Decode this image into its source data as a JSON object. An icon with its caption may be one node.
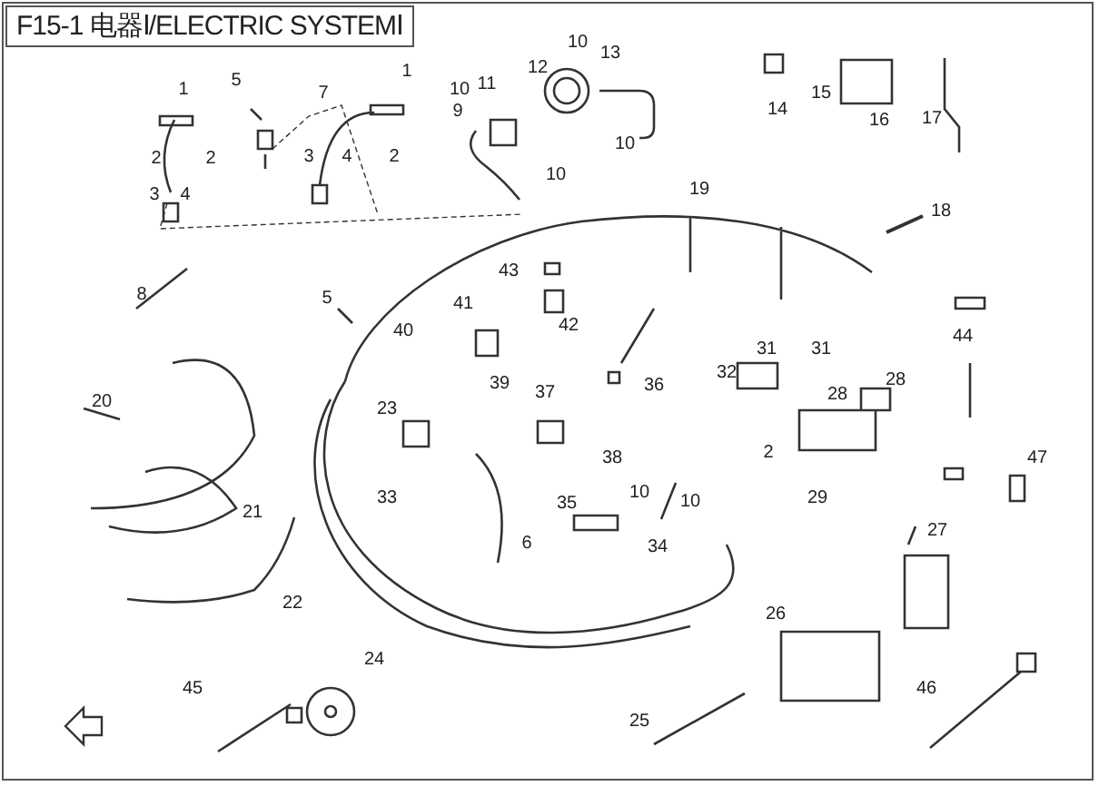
{
  "diagram": {
    "title": "F15-1 电器Ⅰ/ELECTRIC SYSTEMⅠ",
    "labels": [
      "1",
      "5",
      "7",
      "1",
      "12",
      "10",
      "13",
      "10",
      "11",
      "15",
      "14",
      "16",
      "17",
      "9",
      "2",
      "2",
      "3",
      "4",
      "2",
      "10",
      "3",
      "4",
      "10",
      "19",
      "18",
      "8",
      "5",
      "43",
      "41",
      "40",
      "42",
      "44",
      "39",
      "31",
      "31",
      "32",
      "36",
      "20",
      "37",
      "23",
      "28",
      "28",
      "33",
      "38",
      "2",
      "35",
      "10",
      "10",
      "29",
      "47",
      "6",
      "34",
      "27",
      "21",
      "22",
      "26",
      "24",
      "45",
      "25",
      "46"
    ]
  }
}
